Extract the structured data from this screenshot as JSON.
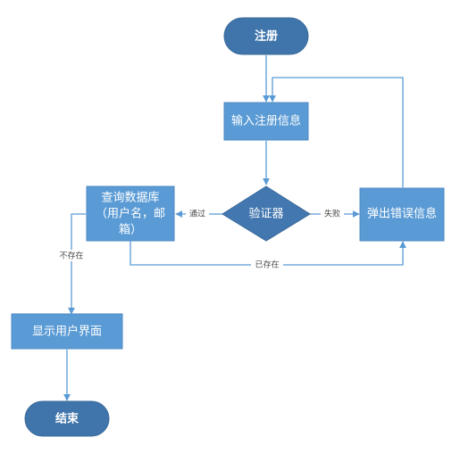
{
  "colors": {
    "node_fill": "#5b9bd5",
    "node_stroke": "#4e8ac4",
    "decision_fill": "#4277b0",
    "terminal_fill": "#3f75aa",
    "connector": "#5b9bd5",
    "label_text": "#4a4a4a",
    "node_text": "#ffffff"
  },
  "nodes": {
    "start": {
      "label": "注册",
      "shape": "terminal"
    },
    "input_info": {
      "label": "输入注册信息",
      "shape": "process"
    },
    "verifier": {
      "label": "验证器",
      "shape": "decision"
    },
    "error_popup": {
      "label": "弹出错误信息",
      "shape": "process"
    },
    "query_db": {
      "label_lines": [
        "查询数据库",
        "（用户名，邮",
        "箱）"
      ],
      "shape": "process"
    },
    "show_ui": {
      "label": "显示用户界面",
      "shape": "process"
    },
    "end": {
      "label": "结束",
      "shape": "terminal"
    }
  },
  "edges": {
    "start_to_input": {
      "from": "start",
      "to": "input_info",
      "label": ""
    },
    "input_to_verifier": {
      "from": "input_info",
      "to": "verifier",
      "label": ""
    },
    "verifier_to_error": {
      "from": "verifier",
      "to": "error_popup",
      "label": "失败"
    },
    "verifier_to_query": {
      "from": "verifier",
      "to": "query_db",
      "label": "通过"
    },
    "error_to_input": {
      "from": "error_popup",
      "to": "input_info",
      "label": ""
    },
    "query_to_error": {
      "from": "query_db",
      "to": "error_popup",
      "label": "已存在"
    },
    "query_to_show": {
      "from": "query_db",
      "to": "show_ui",
      "label": "不存在"
    },
    "show_to_end": {
      "from": "show_ui",
      "to": "end",
      "label": ""
    }
  }
}
